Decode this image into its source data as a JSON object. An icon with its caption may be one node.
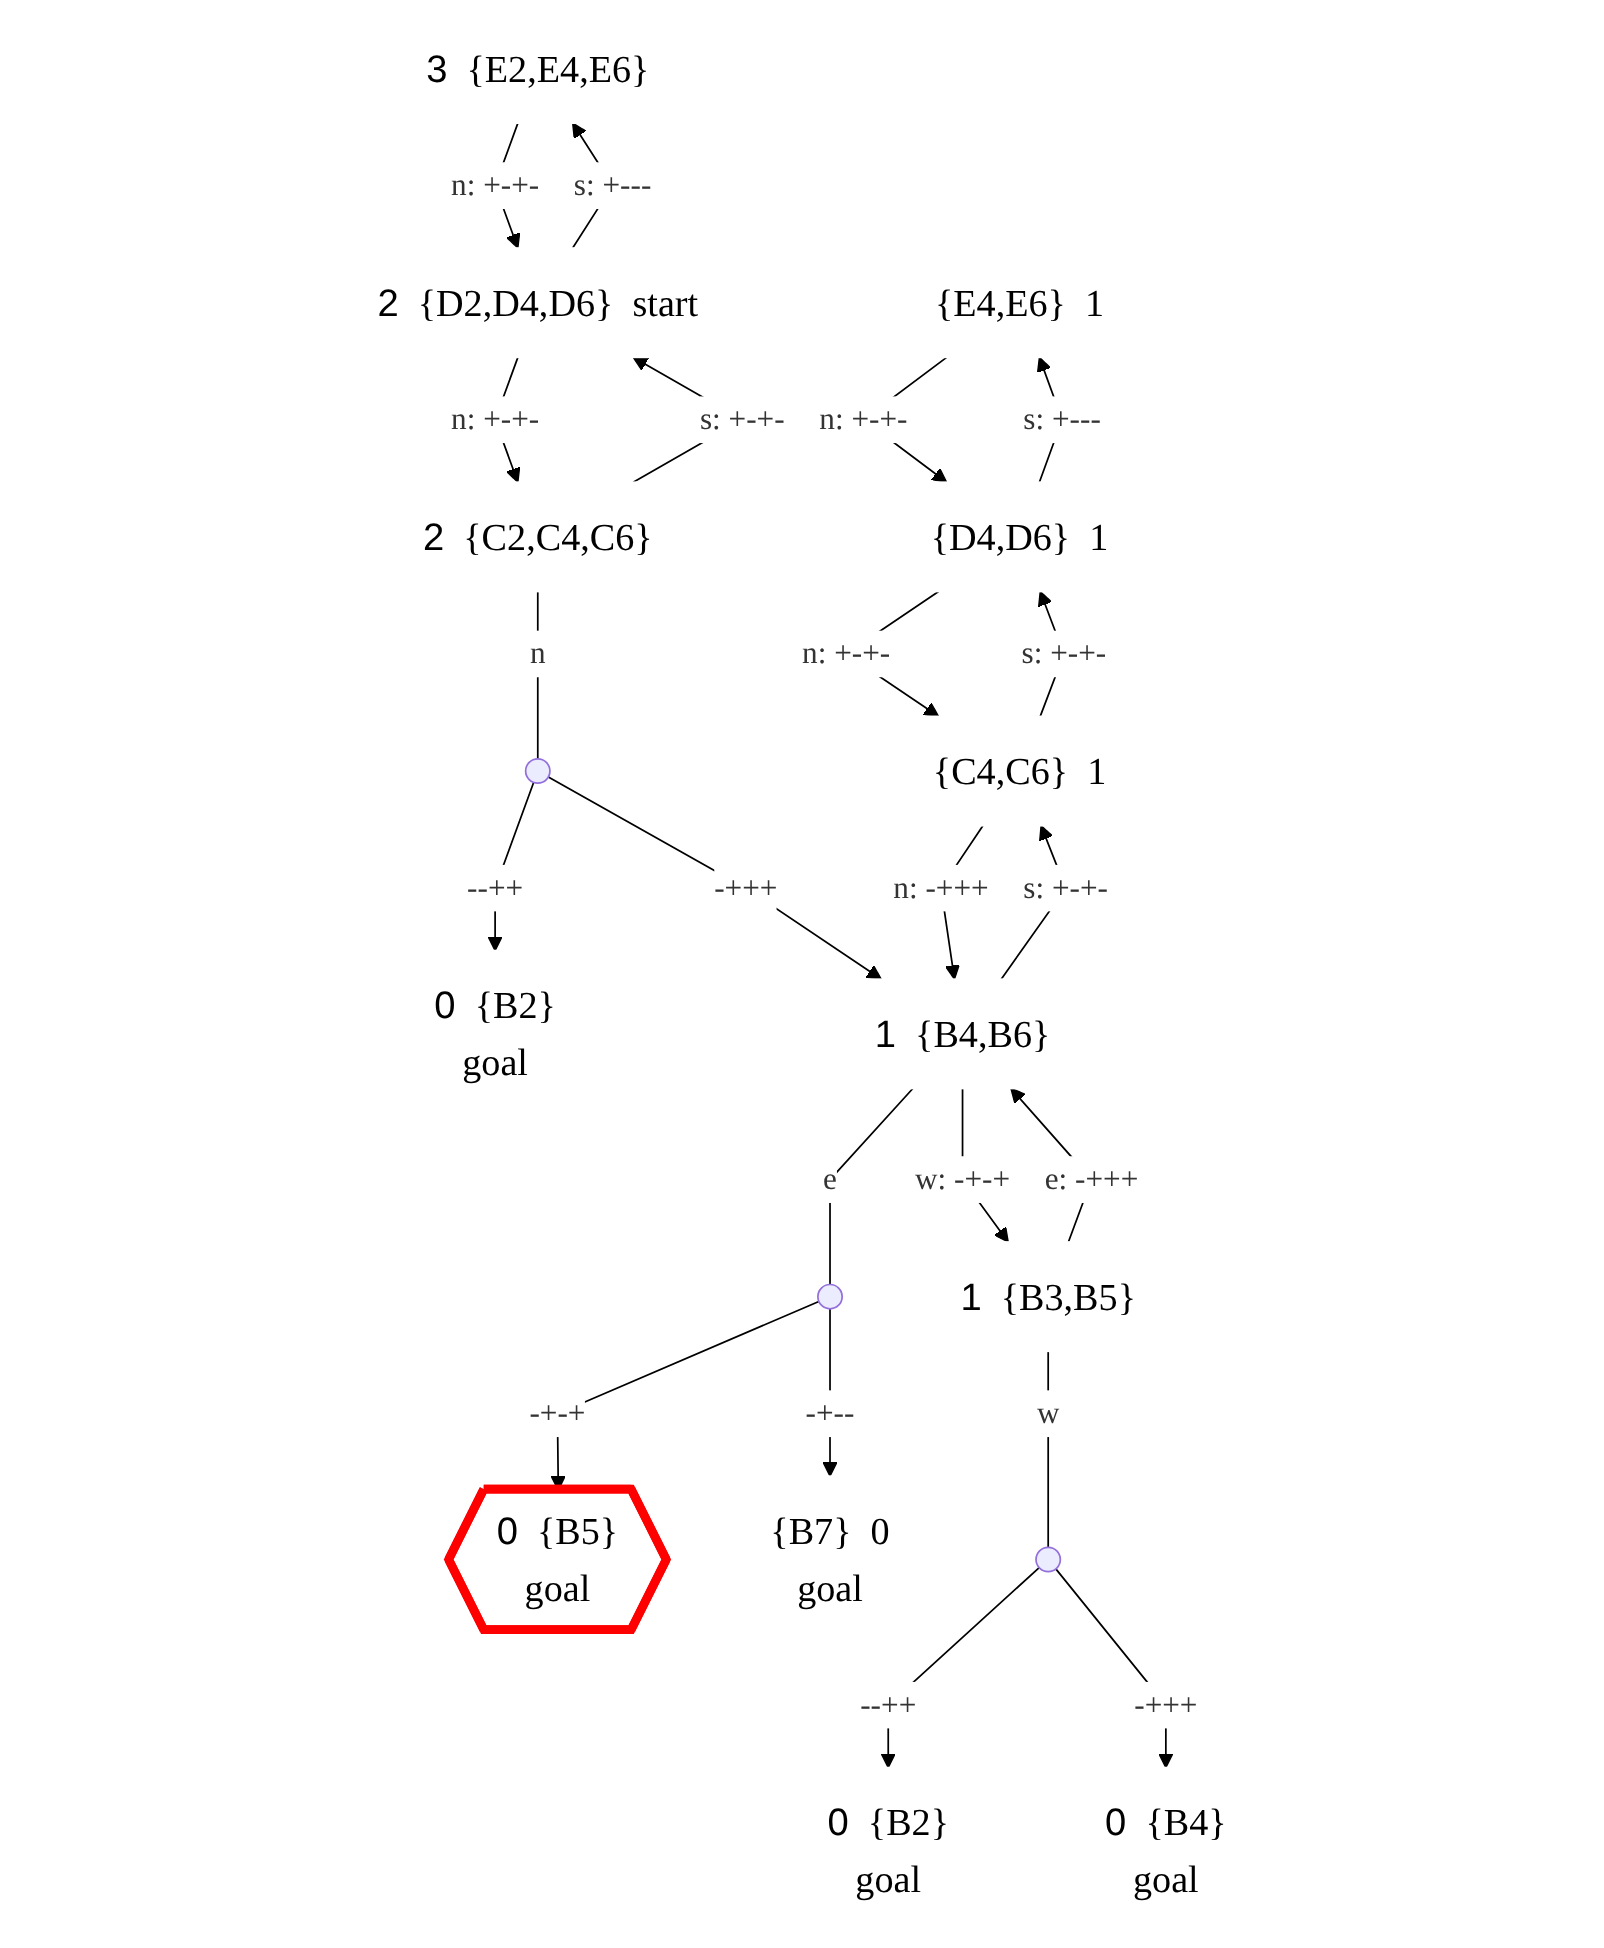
{
  "diagram": {
    "nodes": [
      {
        "text": [
          "3",
          "{E2,E4,E6}"
        ]
      },
      {
        "text": [
          "{E4,E6}",
          "1"
        ]
      },
      {
        "text": [
          "2",
          "{D2,D4,D6}",
          "start"
        ]
      },
      {
        "text": [
          "{D4,D6}",
          "1"
        ]
      },
      {
        "text": [
          "2",
          "{C2,C4,C6}"
        ]
      },
      {
        "text": [
          "{C4,C6}",
          "1"
        ]
      },
      {
        "text": [],
        "shape": "circle"
      },
      {
        "text": [
          "0",
          "{B2}",
          "goal"
        ]
      },
      {
        "text": [
          "1",
          "{B4,B6}"
        ]
      },
      {
        "text": [],
        "shape": "circle"
      },
      {
        "text": [
          "1",
          "{B3,B5}"
        ]
      },
      {
        "text": [
          "0",
          "{B5}",
          "goal"
        ]
      },
      {
        "text": [
          "{B7}",
          "0",
          "goal"
        ]
      },
      {
        "text": [],
        "shape": "circle"
      },
      {
        "text": [
          "0",
          "{B2}",
          "goal"
        ]
      },
      {
        "text": [
          "0",
          "{B4}",
          "goal"
        ]
      }
    ],
    "edges": [
      {
        "from": 0,
        "to": 2,
        "arrow": "to",
        "label": "n: +-+-"
      },
      {
        "from": 2,
        "to": 0,
        "arrow": "to",
        "label": "s: +---"
      },
      {
        "from": 1,
        "to": 3,
        "arrow": "to",
        "label": "n: +-+-"
      },
      {
        "from": 3,
        "to": 1,
        "arrow": "to",
        "label": "s: +---"
      },
      {
        "from": 2,
        "to": 4,
        "arrow": "to",
        "label": "n: +-+-"
      },
      {
        "from": 4,
        "to": 2,
        "arrow": "to",
        "label": "s: +-+-"
      },
      {
        "from": 3,
        "to": 5,
        "arrow": "to",
        "label": "n: +-+-"
      },
      {
        "from": 5,
        "to": 3,
        "arrow": "to",
        "label": "s: +-+-"
      },
      {
        "from": 4,
        "to": 6,
        "arrow": "none",
        "label": "n"
      },
      {
        "from": 6,
        "to": 7,
        "arrow": "to",
        "label": "--++"
      },
      {
        "from": 6,
        "to": 8,
        "arrow": "to",
        "label": "-+++"
      },
      {
        "from": 5,
        "to": 8,
        "arrow": "to",
        "label": "n: -+++"
      },
      {
        "from": 8,
        "to": 5,
        "arrow": "to",
        "label": "s: +-+-"
      },
      {
        "from": 8,
        "to": 10,
        "arrow": "to",
        "label": "w: -+-+"
      },
      {
        "from": 10,
        "to": 8,
        "arrow": "to",
        "label": "e: -+++"
      },
      {
        "from": 8,
        "to": 9,
        "arrow": "none",
        "label": "e"
      },
      {
        "from": 9,
        "to": 11,
        "arrow": "to",
        "label": "-+-+"
      },
      {
        "from": 9,
        "to": 12,
        "arrow": "to",
        "label": "-+--"
      },
      {
        "from": 10,
        "to": 13,
        "arrow": "none",
        "label": "w"
      },
      {
        "from": 13,
        "to": 14,
        "arrow": "to",
        "label": "--++"
      },
      {
        "from": 13,
        "to": 15,
        "arrow": "to",
        "label": "-+++"
      }
    ]
  }
}
